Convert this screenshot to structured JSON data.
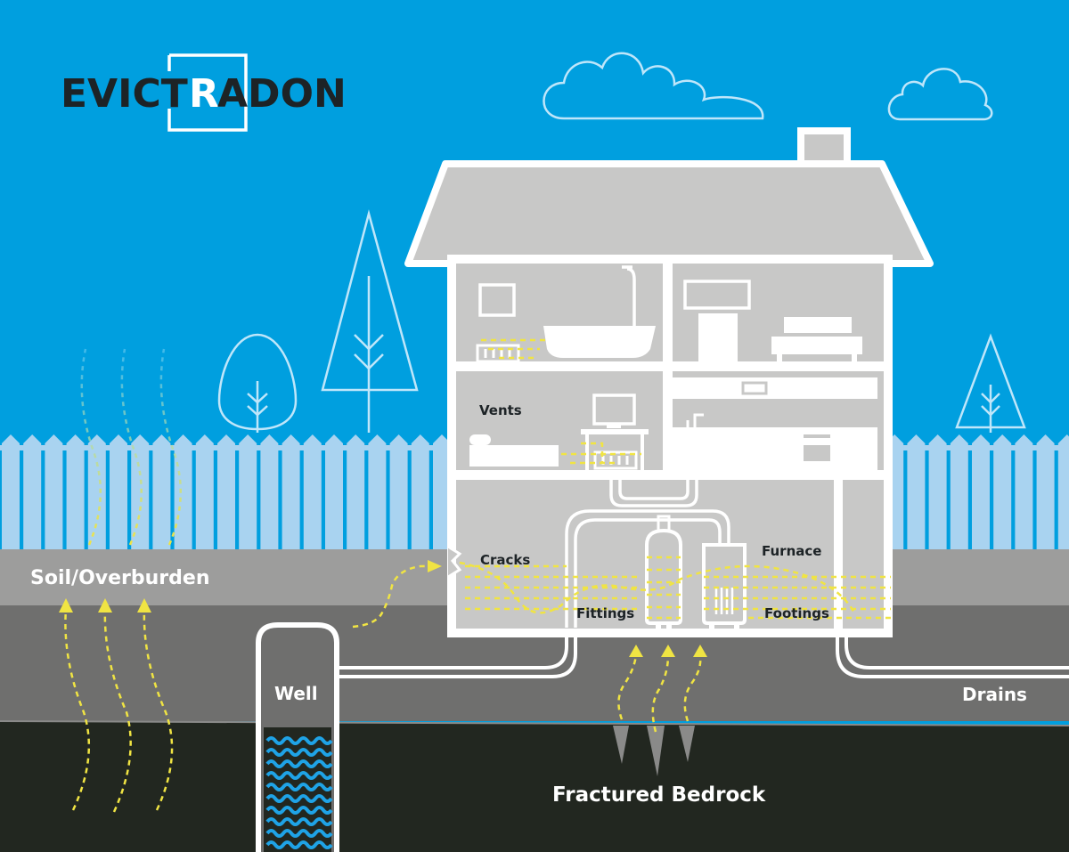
{
  "brand": {
    "word1": "EVICT",
    "letter": "R",
    "word2": "ADON"
  },
  "labels": {
    "soil": "Soil/Overburden",
    "well": "Well",
    "bedrock": "Fractured Bedrock",
    "drains": "Drains",
    "vents": "Vents",
    "cracks": "Cracks",
    "furnace": "Furnace",
    "fittings": "Fittings",
    "footings": "Footings"
  },
  "colors": {
    "sky": "#009fdf",
    "fence": "#a9d3f0",
    "soil": "#9d9d9c",
    "subsoil": "#6f6f6e",
    "bedrock": "#222720",
    "house": "#c8c8c7",
    "radon": "#f0e443",
    "water": "#1fa3e6",
    "brand_dark": "#1d2326"
  }
}
